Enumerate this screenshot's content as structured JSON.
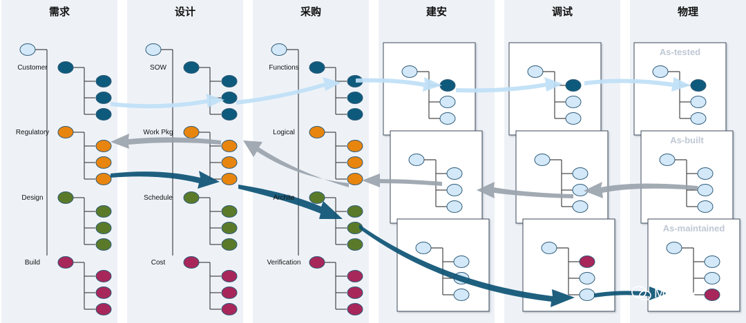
{
  "colors": {
    "column_bg": "#eef2f7",
    "blue": "#0e5a7c",
    "orange": "#e8850f",
    "green": "#5a7a2a",
    "crimson": "#a8275a",
    "light": "#d3e8f8",
    "node_stroke": "#2d5a78",
    "line": "#444444",
    "arrow_light": "#bfe0f6",
    "arrow_gray": "#9aa3ad",
    "arrow_dark": "#0c5274",
    "ghost_label": "#bfc8d4"
  },
  "columns": [
    {
      "title": "需求",
      "groups": [
        "Customer",
        "Regulatory",
        "Design",
        "Build"
      ]
    },
    {
      "title": "设计",
      "groups": [
        "SOW",
        "Work Pkg",
        "Schedule",
        "Cost"
      ]
    },
    {
      "title": "采购",
      "groups": [
        "Functions",
        "Logical",
        "Archite",
        "Verification"
      ]
    },
    {
      "title": "建安",
      "boxes": [
        {
          "label": ""
        },
        {
          "label": ""
        },
        {
          "label": ""
        }
      ]
    },
    {
      "title": "调试",
      "boxes": [
        {
          "label": ""
        },
        {
          "label": ""
        },
        {
          "label": ""
        }
      ]
    },
    {
      "title": "物理",
      "boxes": [
        {
          "label": "As-tested"
        },
        {
          "label": "As-built"
        },
        {
          "label": "As-maintained"
        }
      ]
    }
  ],
  "watermark": {
    "icon": "wechat-icon",
    "text": "Mendix"
  }
}
